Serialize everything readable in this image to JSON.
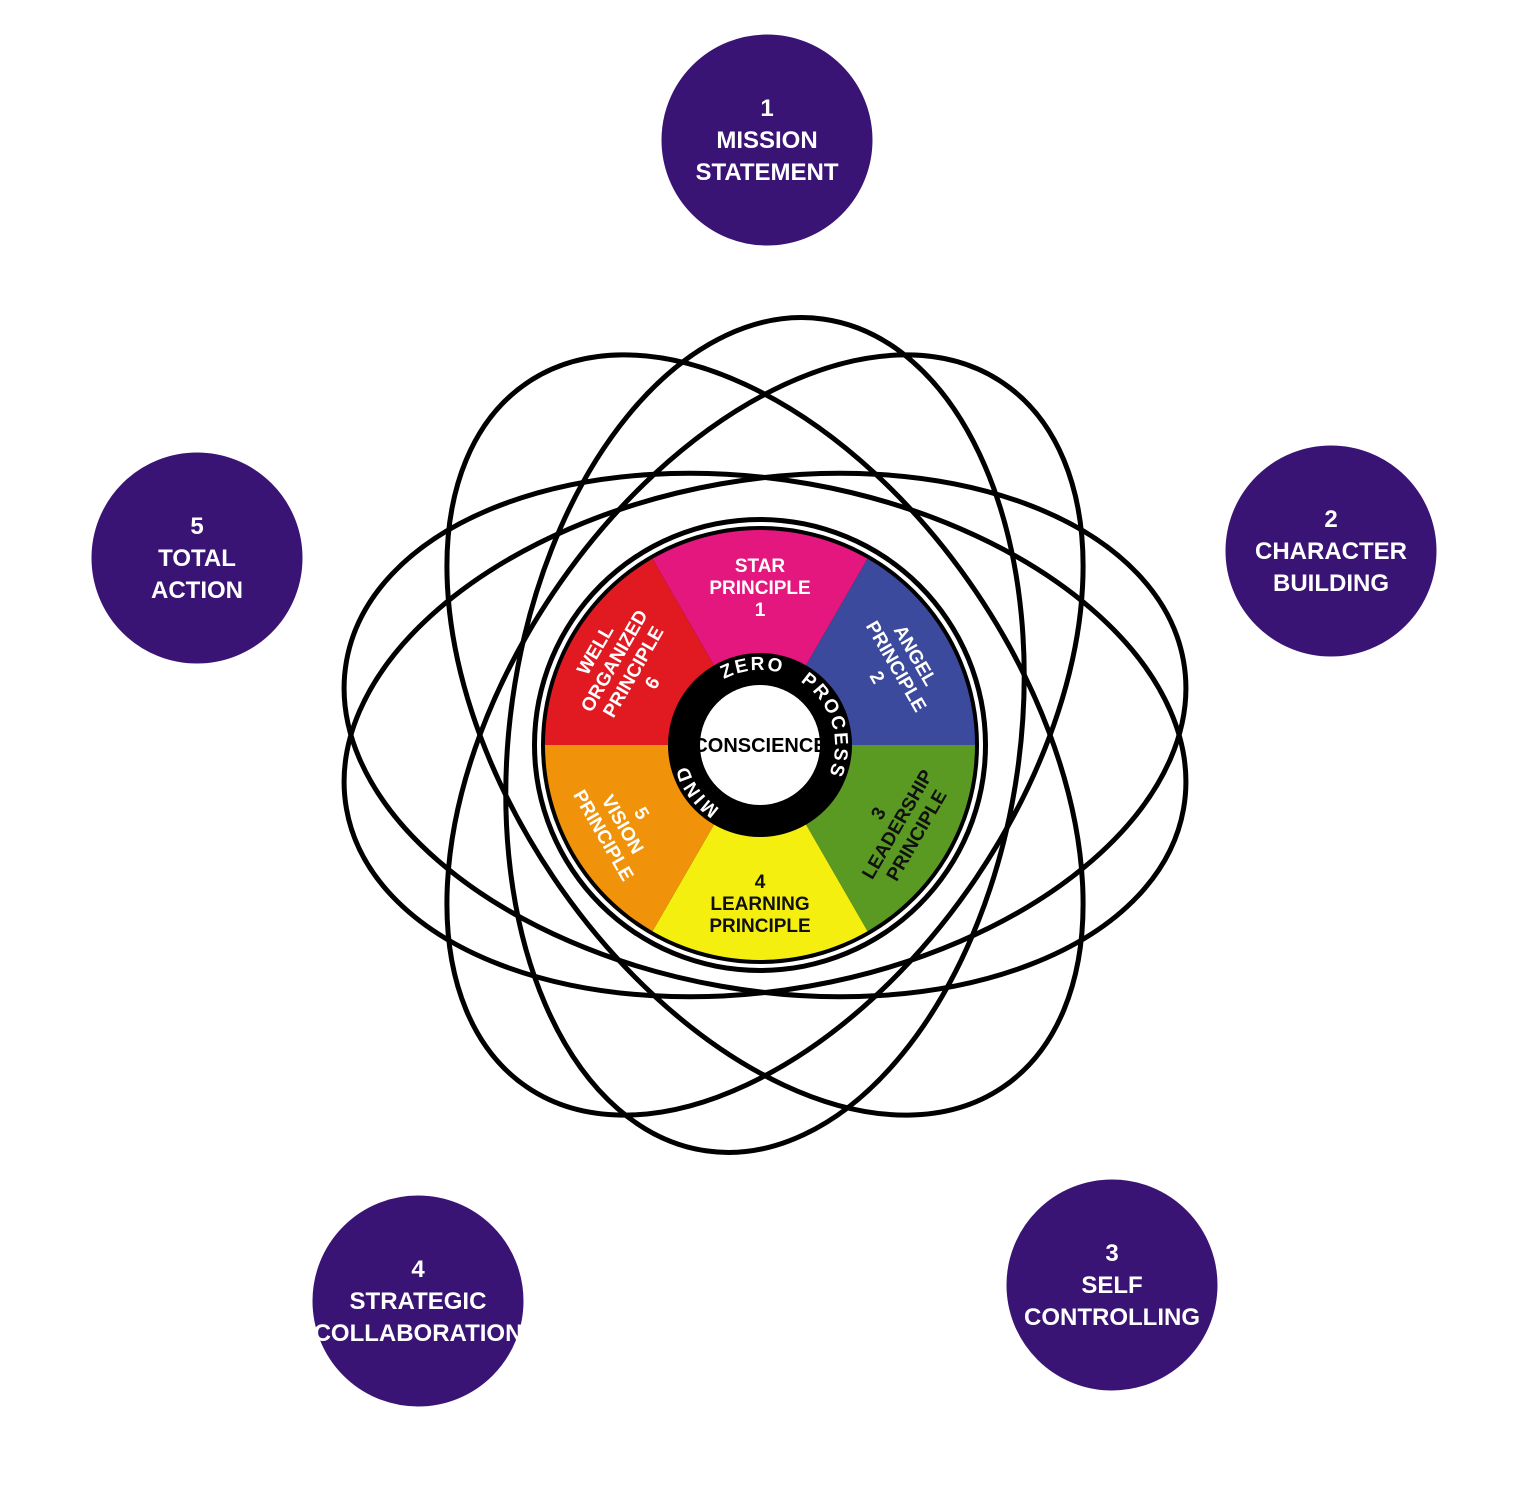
{
  "colors": {
    "node_fill": "#3a1474",
    "ring": "#000000",
    "orbit": "#000000"
  },
  "center": {
    "label": "CONSCIENCE",
    "ring_words": [
      "ZERO",
      "MIND",
      "PROCESS"
    ]
  },
  "principles": [
    {
      "lines": [
        "STAR",
        "PRINCIPLE",
        "1"
      ],
      "color": "#e4177f",
      "text_color": "#ffffff"
    },
    {
      "lines": [
        "ANGEL",
        "PRINCIPLE",
        "2"
      ],
      "color": "#3b4a9c",
      "text_color": "#ffffff"
    },
    {
      "lines": [
        "3",
        "LEADERSHIP",
        "PRINCIPLE"
      ],
      "color": "#5a9a23",
      "text_color": "#101010"
    },
    {
      "lines": [
        "4",
        "LEARNING",
        "PRINCIPLE"
      ],
      "color": "#f5ef10",
      "text_color": "#101010"
    },
    {
      "lines": [
        "5",
        "VISION",
        "PRINCIPLE"
      ],
      "color": "#f1930a",
      "text_color": "#ffffff"
    },
    {
      "lines": [
        "WELL",
        "ORGANIZED",
        "PRINCIPLE",
        "6"
      ],
      "color": "#e11a22",
      "text_color": "#ffffff"
    }
  ],
  "nodes": [
    {
      "lines": [
        "1",
        "MISSION",
        "STATEMENT"
      ]
    },
    {
      "lines": [
        "2",
        "CHARACTER",
        "BUILDING"
      ]
    },
    {
      "lines": [
        "3",
        "SELF",
        "CONTROLLING"
      ]
    },
    {
      "lines": [
        "4",
        "STRATEGIC",
        "COLLABORATION"
      ]
    },
    {
      "lines": [
        "5",
        "TOTAL",
        "ACTION"
      ]
    }
  ]
}
